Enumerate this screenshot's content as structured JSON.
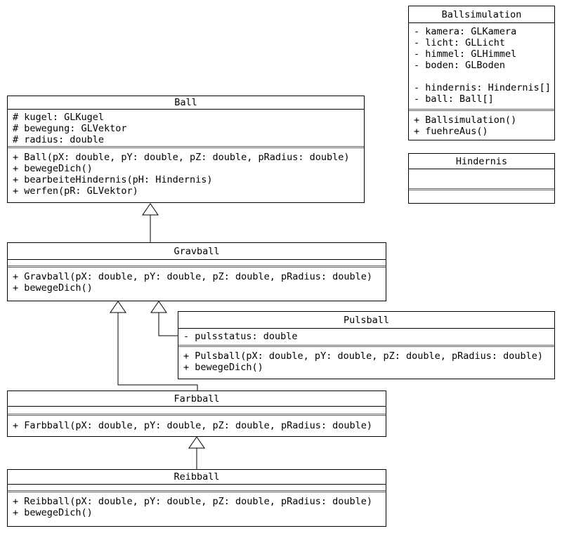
{
  "diagram": {
    "type": "uml-class-diagram",
    "background_color": "#ffffff",
    "line_color": "#000000",
    "divider_color": "#646464",
    "text_color": "#000000"
  },
  "classes": {
    "ballsimulation": {
      "title": "Ballsimulation",
      "attributes": [
        "- kamera: GLKamera",
        "- licht: GLLicht",
        "- himmel: GLHimmel",
        "- boden: GLBoden",
        "",
        "- hindernis: Hindernis[]",
        "- ball: Ball[]"
      ],
      "methods": [
        "+ Ballsimulation()",
        "+ fuehreAus()"
      ]
    },
    "ball": {
      "title": "Ball",
      "attributes": [
        "# kugel: GLKugel",
        "# bewegung: GLVektor",
        "# radius: double"
      ],
      "methods": [
        "+ Ball(pX: double, pY: double, pZ: double, pRadius: double)",
        "+ bewegeDich()",
        "+ bearbeiteHindernis(pH: Hindernis)",
        "+ werfen(pR: GLVektor)"
      ]
    },
    "hindernis": {
      "title": "Hindernis",
      "attributes": [],
      "methods": []
    },
    "gravball": {
      "title": "Gravball",
      "attributes": [],
      "methods": [
        "+ Gravball(pX: double, pY: double, pZ: double, pRadius: double)",
        "+ bewegeDich()"
      ]
    },
    "pulsball": {
      "title": "Pulsball",
      "attributes": [
        "- pulsstatus: double"
      ],
      "methods": [
        "+ Pulsball(pX: double, pY: double, pZ: double, pRadius: double)",
        "+ bewegeDich()"
      ]
    },
    "farbball": {
      "title": "Farbball",
      "attributes": [],
      "methods": [
        "+ Farbball(pX: double, pY: double, pZ: double, pRadius: double)"
      ]
    },
    "reibball": {
      "title": "Reibball",
      "attributes": [],
      "methods": [
        "+ Reibball(pX: double, pY: double, pZ: double, pRadius: double)",
        "+ bewegeDich()"
      ]
    }
  },
  "relations": [
    {
      "type": "inheritance",
      "subclass": "Gravball",
      "superclass": "Ball"
    },
    {
      "type": "inheritance",
      "subclass": "Farbball",
      "superclass": "Gravball"
    },
    {
      "type": "inheritance",
      "subclass": "Pulsball",
      "superclass": "Gravball"
    },
    {
      "type": "inheritance",
      "subclass": "Reibball",
      "superclass": "Farbball"
    }
  ]
}
